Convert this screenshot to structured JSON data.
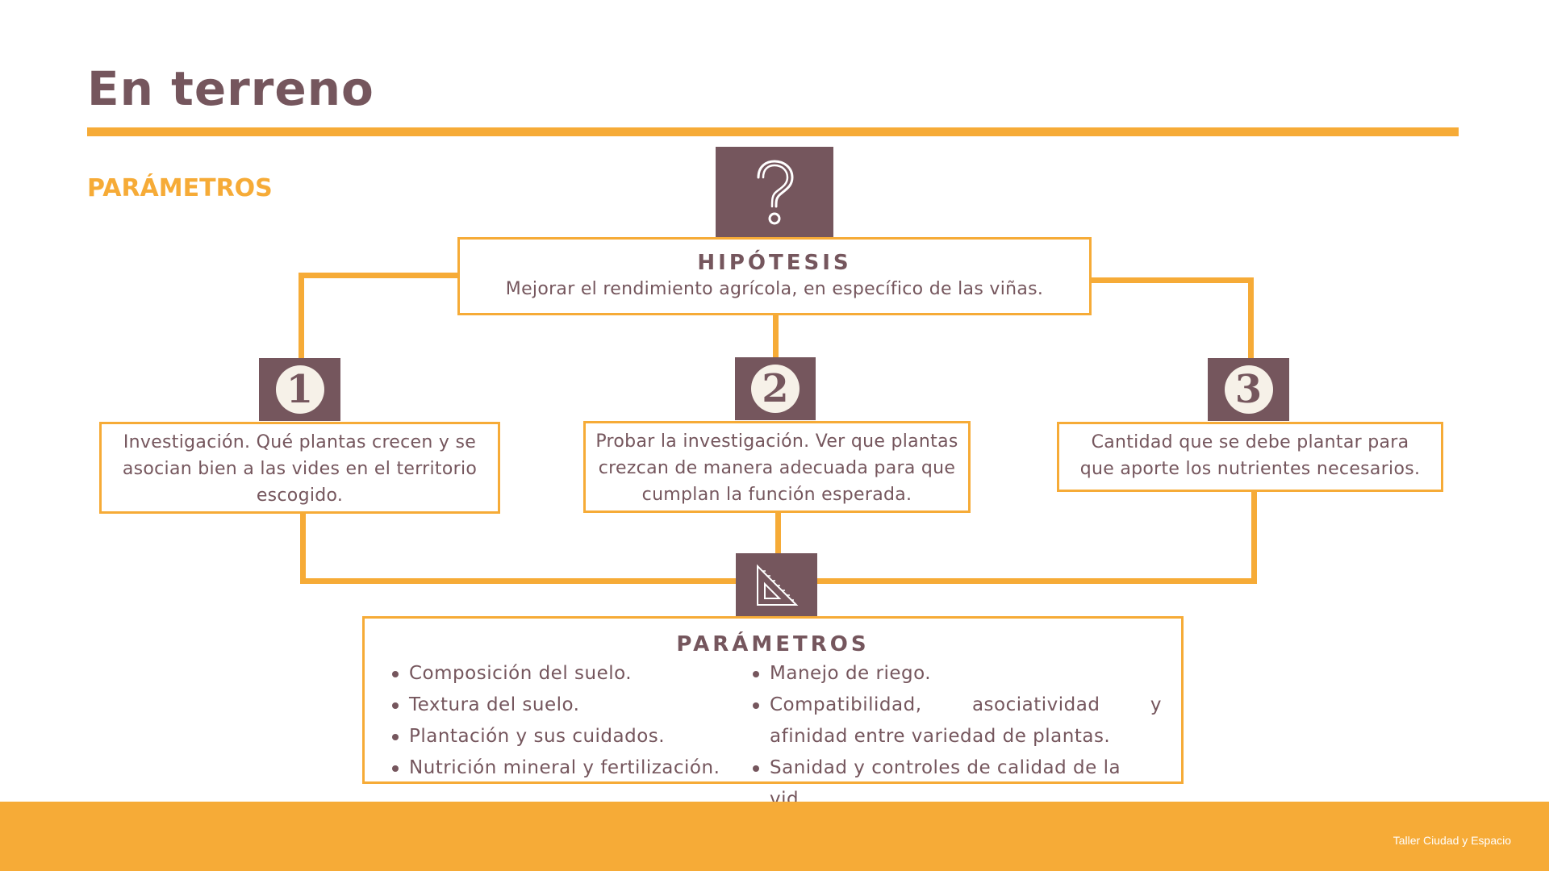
{
  "slide": {
    "title": "En terreno",
    "subtitle": "PARÁMETROS"
  },
  "colors": {
    "accent": "#f6ab37",
    "plum": "#75565d",
    "cream": "#f6f1e8"
  },
  "diagram": {
    "top_icon": "question-mark-icon",
    "hypothesis": {
      "title": "HIPÓTESIS",
      "text": "Mejorar el rendimiento agrícola, en específico de las viñas."
    },
    "steps": [
      {
        "number": "1",
        "text": "Investigación. Qué plantas crecen y se asocian bien a las vides en el territorio escogido."
      },
      {
        "number": "2",
        "text": "Probar la investigación. Ver que plantas crezcan de manera adecuada para que cumplan la función esperada."
      },
      {
        "number": "3",
        "text": "Cantidad que se debe plantar para que aporte los nutrientes necesarios."
      }
    ],
    "bottom_icon": "set-square-icon",
    "parameters": {
      "title": "PARÁMETROS",
      "left": [
        "Composición del suelo.",
        "Textura del suelo.",
        "Plantación y sus cuidados.",
        "Nutrición mineral y fertilización."
      ],
      "right": [
        "Manejo de riego.",
        "Compatibilidad,  asociatividad  y  afinidad entre variedad de plantas.",
        "Sanidad y controles de calidad de la vid."
      ]
    }
  },
  "footer": {
    "text": "Taller Ciudad y Espacio"
  }
}
